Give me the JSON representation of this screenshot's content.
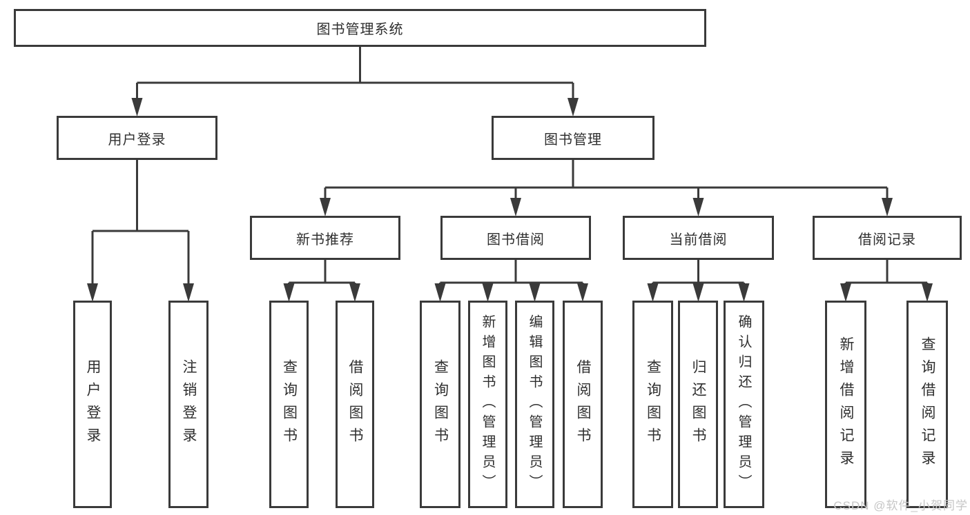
{
  "diagram": {
    "title": "图书管理系统",
    "children": [
      {
        "label": "用户登录",
        "children": [
          {
            "label": "用户登录"
          },
          {
            "label": "注销登录"
          }
        ]
      },
      {
        "label": "图书管理",
        "children": [
          {
            "label": "新书推荐",
            "children": [
              {
                "label": "查询图书"
              },
              {
                "label": "借阅图书"
              }
            ]
          },
          {
            "label": "图书借阅",
            "children": [
              {
                "label": "查询图书"
              },
              {
                "label": "新增图书（管理员）"
              },
              {
                "label": "编辑图书（管理员）"
              },
              {
                "label": "借阅图书"
              }
            ]
          },
          {
            "label": "当前借阅",
            "children": [
              {
                "label": "查询图书"
              },
              {
                "label": "归还图书"
              },
              {
                "label": "确认归还（管理员）"
              }
            ]
          },
          {
            "label": "借阅记录",
            "children": [
              {
                "label": "新增借阅记录"
              },
              {
                "label": "查询借阅记录"
              }
            ]
          }
        ]
      }
    ]
  },
  "watermark": {
    "text": "CSDN @软件_小贺同学"
  },
  "colors": {
    "line": "#3a3a3a",
    "box_border": "#3a3a3a",
    "box_fill": "#ffffff",
    "text": "#2f2f2f",
    "watermark": "#c6c6c6"
  }
}
